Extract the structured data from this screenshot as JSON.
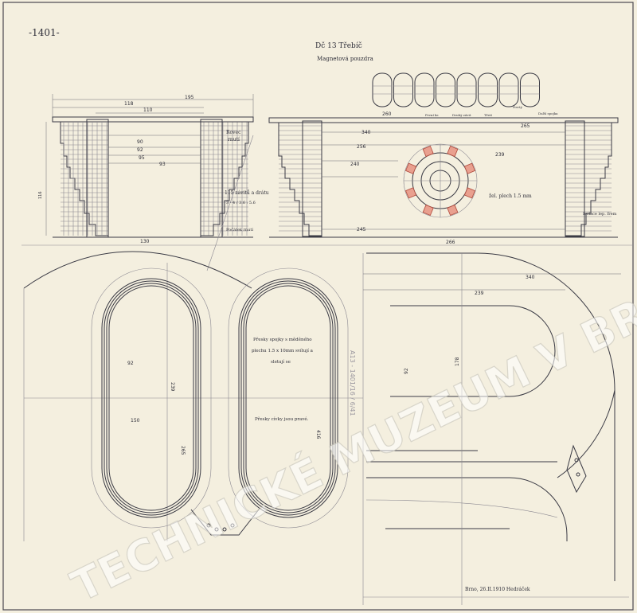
{
  "sheet": {
    "number": "-1401-",
    "title": "Dč 13  Třebíč",
    "subtitle": "Magnetová pouzdra",
    "signature": "Brno, 26.II.1910  Hedráček",
    "pencil_note": "A13 - 1401/16 / 6/41"
  },
  "watermark": "TECHNICKÉ MUZEUM V BRNĚ",
  "dimensions": {
    "d195": "195",
    "d118": "118",
    "d110": "110",
    "d90": "90",
    "d92": "92",
    "d95": "95",
    "d93": "93",
    "d130": "130",
    "d340": "340",
    "d265": "265",
    "d256": "256",
    "d240": "240",
    "d239": "239",
    "d245": "245",
    "d260": "260",
    "d266": "266",
    "d340b": "340",
    "d239b": "239",
    "d92b": "92",
    "d178": "178",
    "d265b": "265",
    "d416": "416",
    "d150": "150",
    "d239c": "239",
    "d92c": "92",
    "d116": "116",
    "d1s": "1.5"
  },
  "labels": {
    "rovec": "Rovec",
    "nuti": "rnutí",
    "vodnik": "115 závitů a drátu",
    "vodnik2": "3 - 4 / 3.6 : 5.6",
    "pocatek": "Počátek rnutí",
    "zel_plech": "žel. plech 1.5 mm",
    "isolace": "Isolace lep. frem",
    "prvni": "První kr.",
    "druhy": "Druhý závit",
    "tretí": "Třetí",
    "ctvrty": "čtvrtý",
    "pole_spojka": "Další spojka",
    "note1a": "Přesky spojky s měděného",
    "note1b": "plechu 1.5 x 10mm svítují a",
    "note1c": "sletují se",
    "note2": "Přesky cívky jsou pravé."
  }
}
